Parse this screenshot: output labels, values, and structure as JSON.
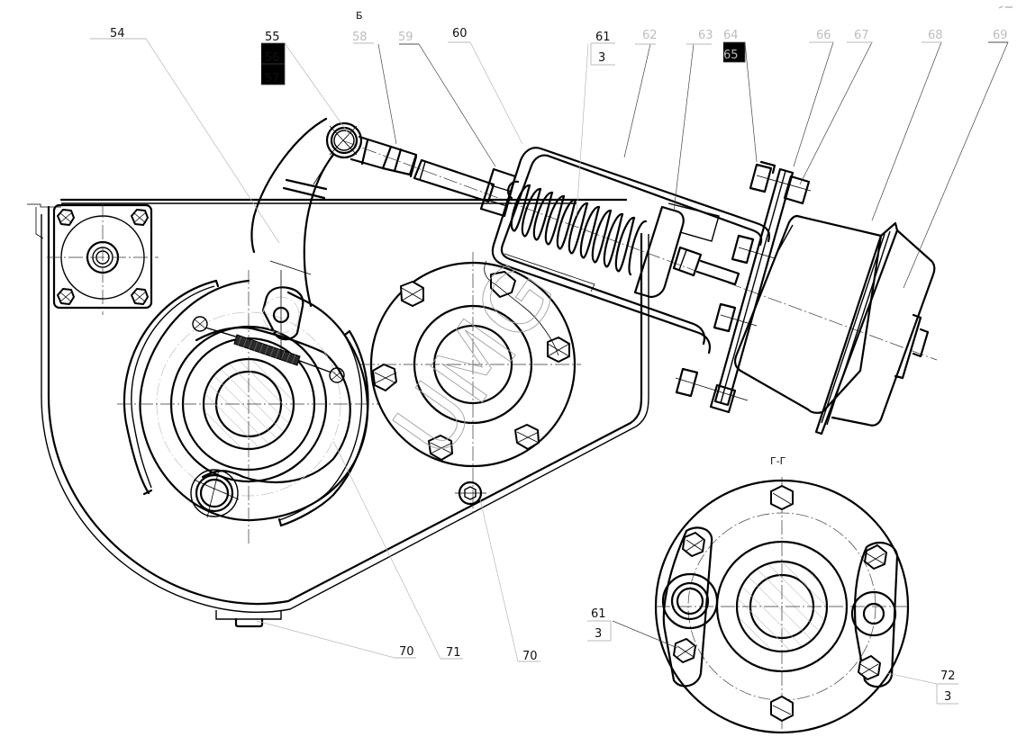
{
  "drawing": {
    "title": "Brake mechanism assembly — elevation and section Г-Г",
    "view_marker": "Б",
    "section_label": "Г-Г",
    "watermark": "UMG",
    "callouts": [
      {
        "id": "54",
        "text": "54"
      },
      {
        "id": "55",
        "text": "55"
      },
      {
        "id": "56",
        "text": "56"
      },
      {
        "id": "57",
        "text": "57"
      },
      {
        "id": "58",
        "text": "58"
      },
      {
        "id": "59",
        "text": "59"
      },
      {
        "id": "60",
        "text": "60"
      },
      {
        "id": "61",
        "text": "61",
        "qty": "3"
      },
      {
        "id": "62",
        "text": "62"
      },
      {
        "id": "63",
        "text": "63"
      },
      {
        "id": "64",
        "text": "64"
      },
      {
        "id": "65",
        "text": "65"
      },
      {
        "id": "66",
        "text": "66"
      },
      {
        "id": "67",
        "text": "67"
      },
      {
        "id": "68",
        "text": "68"
      },
      {
        "id": "69",
        "text": "69"
      },
      {
        "id": "70a",
        "text": "70"
      },
      {
        "id": "71",
        "text": "71"
      },
      {
        "id": "70b",
        "text": "70"
      },
      {
        "id": "61b",
        "text": "61",
        "qty": "3"
      },
      {
        "id": "72",
        "text": "72",
        "qty": "3"
      }
    ]
  }
}
